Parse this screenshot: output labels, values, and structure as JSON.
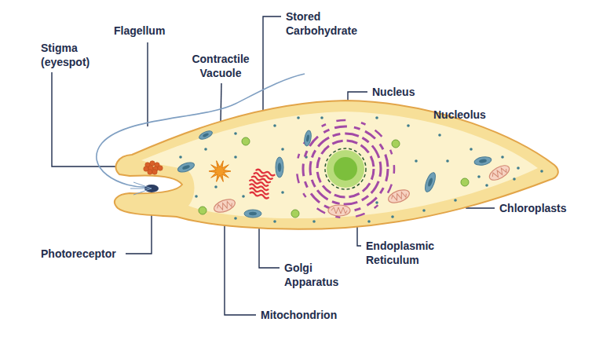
{
  "diagram": {
    "labels": [
      "Flagellum",
      "Stored Carbohydrate",
      "Stigma (eyespot)",
      "Contractile Vacuole",
      "Nucleus",
      "Nucleolus",
      "Chloroplasts",
      "Photoreceptor",
      "Endoplasmic Reticulum",
      "Golgi Apparatus",
      "Mitochondrion"
    ]
  }
}
